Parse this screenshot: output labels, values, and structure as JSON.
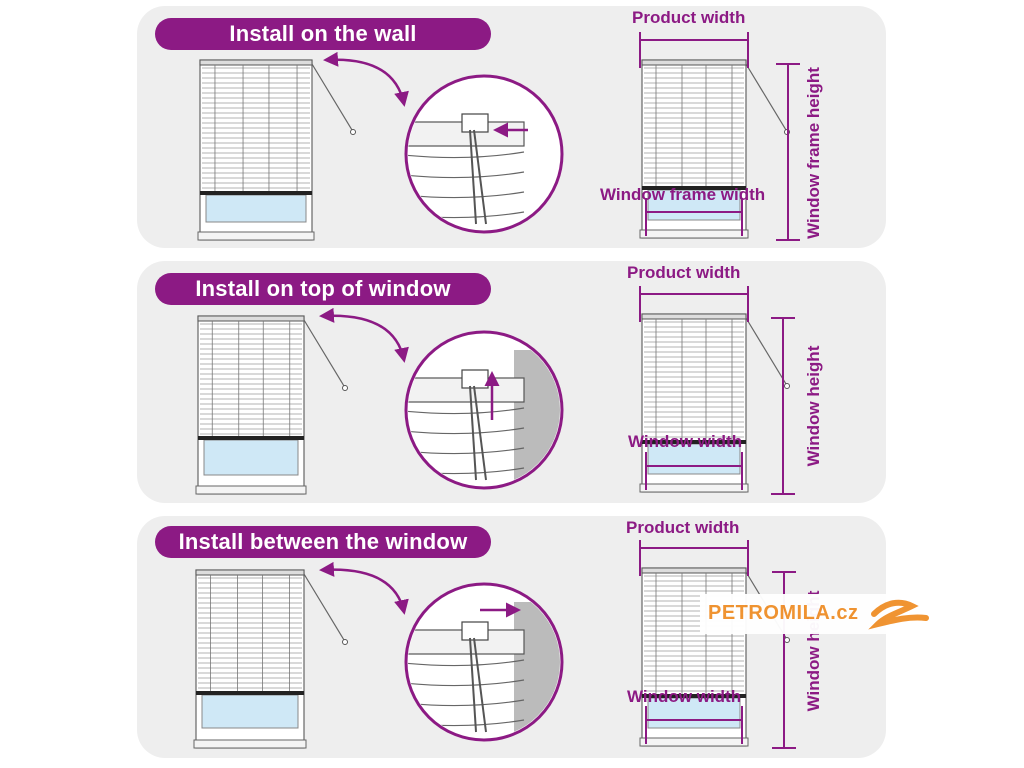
{
  "colors": {
    "accent": "#8c1a84",
    "panel": "#eeeeee",
    "glass": "#cfe8f6",
    "logo": "#f0902a"
  },
  "sections": [
    {
      "title": "Install on the wall",
      "product_width": "Product  width",
      "frame_width": "Window frame width",
      "height_label": "Window frame height",
      "arrow_direction": "left"
    },
    {
      "title": "Install on top of window",
      "product_width": "Product  width",
      "frame_width": "Window width",
      "height_label": "Window  height",
      "arrow_direction": "up"
    },
    {
      "title": "Install between the window",
      "product_width": "Product  width",
      "frame_width": "Window width",
      "height_label": "Window  height",
      "arrow_direction": "right"
    }
  ],
  "logo": {
    "text": "PETROMILA.cz",
    "icon": "orange-swirl-icon"
  }
}
